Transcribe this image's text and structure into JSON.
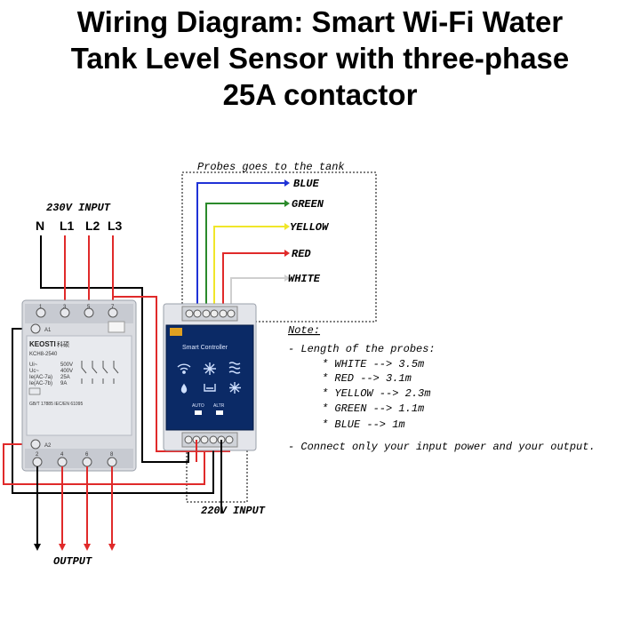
{
  "title": {
    "line1": "Wiring Diagram: Smart Wi-Fi Water",
    "line2": "Tank Level Sensor with three-phase",
    "line3": "25A contactor"
  },
  "probes_header": "Probes goes to the tank",
  "probes": [
    {
      "label": "BLUE",
      "color": "#1f32d6"
    },
    {
      "label": "GREEN",
      "color": "#2b8a2b"
    },
    {
      "label": "YELLOW",
      "color": "#f0e62a"
    },
    {
      "label": "RED",
      "color": "#e02a2a"
    },
    {
      "label": "WHITE",
      "color": "#cfcfcf"
    }
  ],
  "input_label": "230V INPUT",
  "phase_labels": [
    "N",
    "L1",
    "L2",
    "L3"
  ],
  "input_220_label": "220V INPUT",
  "output_label": "OUTPUT",
  "note": {
    "heading": "Note:",
    "line_length": "- Length of the probes:",
    "items": [
      "* WHITE --> 3.5m",
      "* RED --> 3.1m",
      "* YELLOW --> 2.3m",
      "* GREEN --> 1.1m",
      "* BLUE --> 1m"
    ],
    "line_connect": "- Connect only your input power and your output."
  },
  "contactor": {
    "brand": "KEOSTI",
    "brand_cn": "科硕",
    "model": "KCH8-2540",
    "top_terminals": [
      "1",
      "3",
      "5",
      "7"
    ],
    "bottom_terminals": [
      "2",
      "4",
      "6",
      "8"
    ],
    "coil_a1": "A1",
    "coil_a2": "A2",
    "specs_left": [
      "Ui~",
      "Uc~",
      "Ie(AC-7a)",
      "Ie(AC-7b)"
    ],
    "specs_right": [
      "500V",
      "400V",
      "25A",
      "9A"
    ],
    "standard": "GB/T 17885 IEC/EN 61095"
  },
  "controller": {
    "name": "Smart Controller",
    "buttons": [
      "AUTO",
      "ALTR"
    ]
  },
  "colors": {
    "wire_red": "#e02a2a",
    "wire_black": "#000000",
    "controller_panel": "#0b2a66",
    "device_gray": "#d9dbe0"
  }
}
